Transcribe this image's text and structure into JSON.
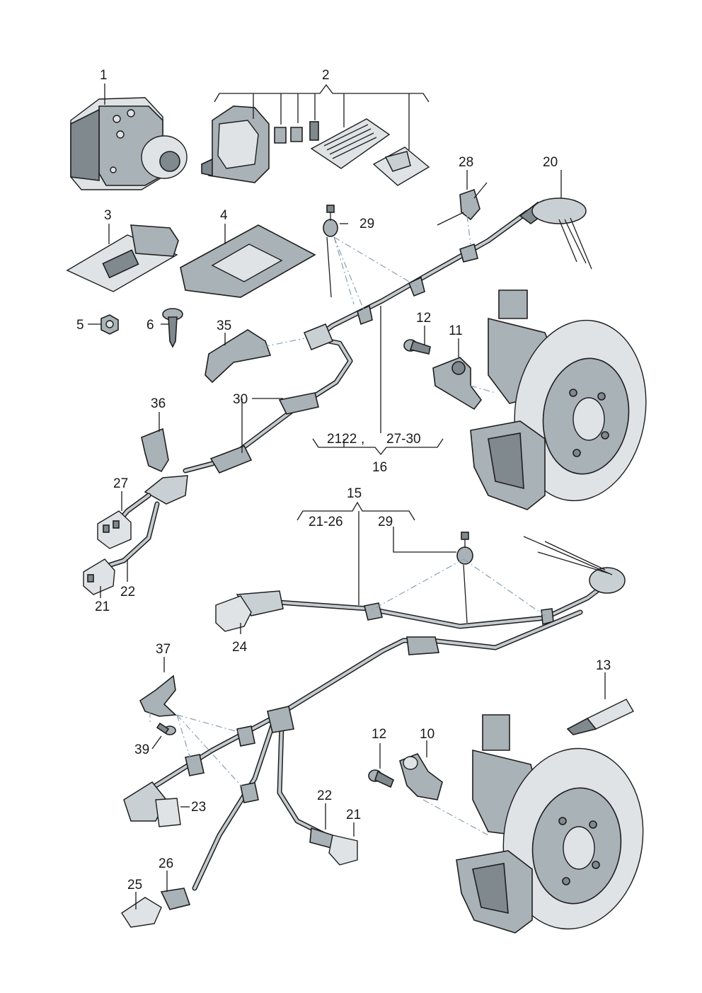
{
  "callouts": {
    "c1": "1",
    "c2": "2",
    "c3": "3",
    "c4": "4",
    "c5": "5",
    "c6": "6",
    "c10": "10",
    "c11": "11",
    "c12a": "12",
    "c12b": "12",
    "c13": "13",
    "c15": "15",
    "c16": "16",
    "c20": "20",
    "c21a": "21",
    "c21b": "21",
    "c22a": "22",
    "c22b": "22",
    "c23": "23",
    "c24": "24",
    "c25": "25",
    "c26": "26",
    "c27": "27",
    "c28": "28",
    "c29a": "29",
    "c29b": "29",
    "c30": "30",
    "c35": "35",
    "c36": "36",
    "c37": "37",
    "c39": "39",
    "r1_2122": "2122",
    "r1_comma": ",",
    "r1_2730": "27-30",
    "r2_2126": "21-26",
    "r2_29": "29"
  }
}
